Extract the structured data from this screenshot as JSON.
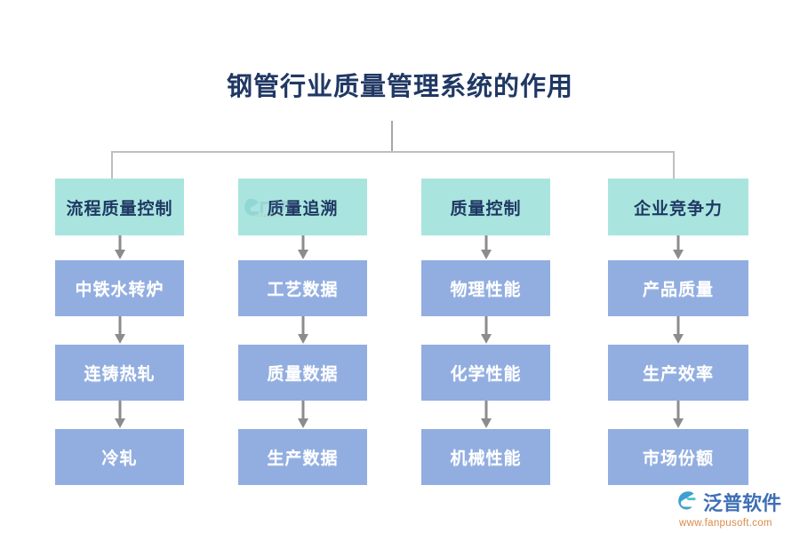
{
  "page": {
    "title": "钢管行业质量管理系统的作用",
    "background_color": "#ffffff"
  },
  "colors": {
    "title_text": "#203864",
    "header_box_fill": "#a9e5de",
    "header_box_text": "#1f3864",
    "step_box_fill": "#92aee0",
    "step_box_text": "#ffffff",
    "connector_line": "#bfbfbf",
    "arrow": "#8c8c8c",
    "brand_name": "#3f6fb5",
    "brand_url": "#d98b48"
  },
  "chart_data": {
    "type": "diagram",
    "title": "钢管行业质量管理系统的作用",
    "layout": "top-down tree, 4 branches, each branch has 1 header and 3 sequential steps",
    "columns": [
      {
        "header": "流程质量控制",
        "steps": [
          "中铁水转炉",
          "连铸热轧",
          "冷轧"
        ]
      },
      {
        "header": "质量追溯",
        "steps": [
          "工艺数据",
          "质量数据",
          "生产数据"
        ]
      },
      {
        "header": "质量控制",
        "steps": [
          "物理性能",
          "化学性能",
          "机械性能"
        ]
      },
      {
        "header": "企业竞争力",
        "steps": [
          "产品质量",
          "生产效率",
          "市场份额"
        ]
      }
    ]
  },
  "branches": [
    {
      "header": "流程质量控制",
      "step1": "中铁水转炉",
      "step2": "连铸热轧",
      "step3": "冷轧"
    },
    {
      "header": "质量追溯",
      "step1": "工艺数据",
      "step2": "质量数据",
      "step3": "生产数据"
    },
    {
      "header": "质量控制",
      "step1": "物理性能",
      "step2": "化学性能",
      "step3": "机械性能"
    },
    {
      "header": "企业竞争力",
      "step1": "产品质量",
      "step2": "生产效率",
      "step3": "市场份额"
    }
  ],
  "brand": {
    "name": "泛普软件",
    "url": "www.fanpusoft.com",
    "logo_icon": "fanpu-swoosh-logo-icon"
  }
}
